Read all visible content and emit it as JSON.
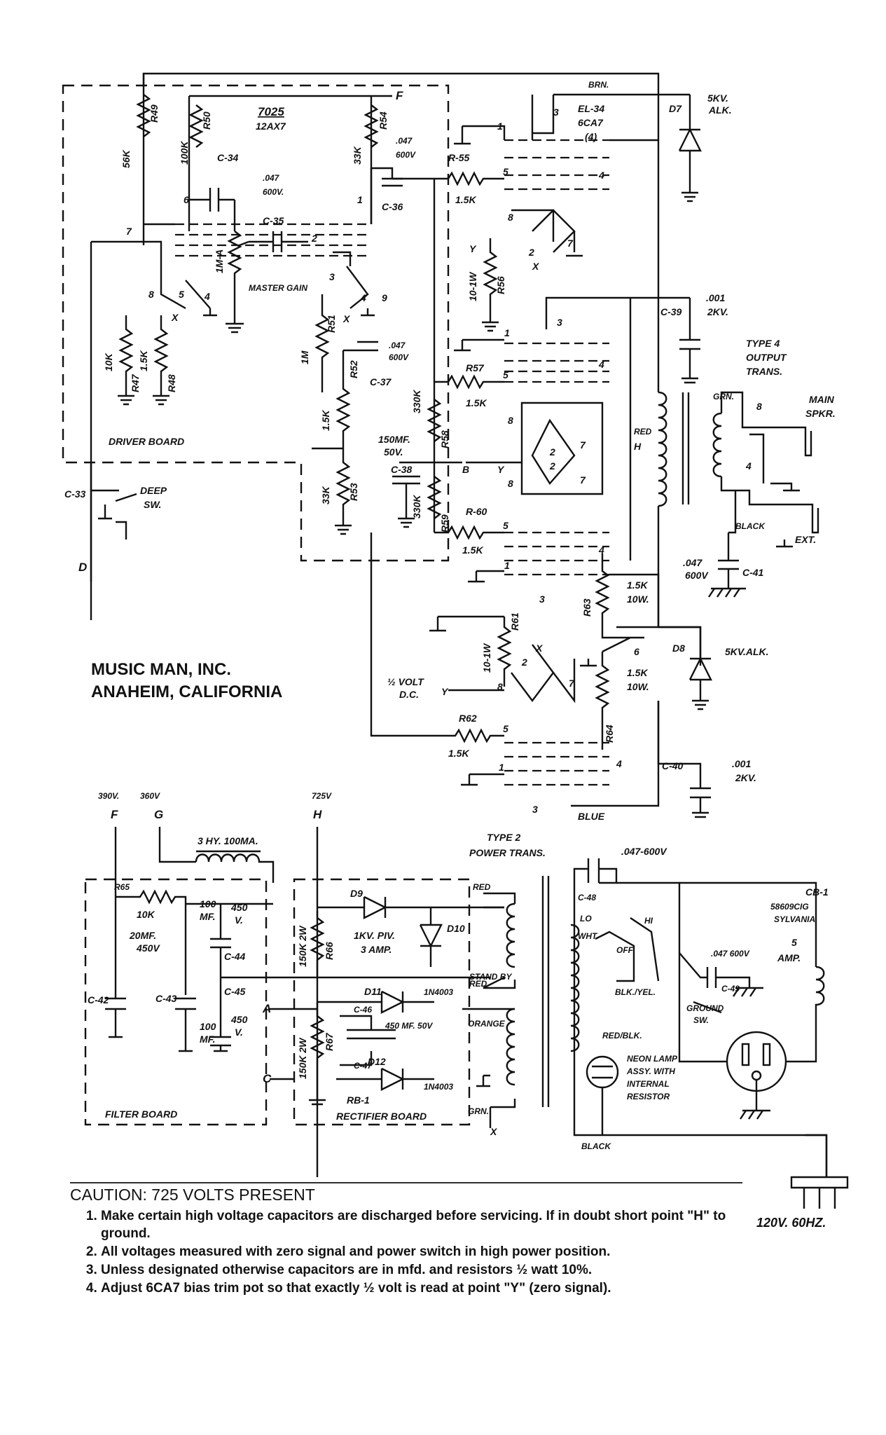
{
  "company": {
    "line1": "MUSIC MAN, INC.",
    "line2": "ANAHEIM, CALIFORNIA"
  },
  "caution": {
    "title": "CAUTION: 725 VOLTS PRESENT",
    "notes": [
      "Make certain high voltage capacitors are discharged before servicing. If in doubt short point \"H\" to ground.",
      "All voltages measured with zero signal and power switch in high power position.",
      "Unless designated otherwise capacitors are in mfd. and resistors ½ watt 10%.",
      "Adjust 6CA7 bias trim pot so that exactly ½ volt is read at point \"Y\" (zero signal)."
    ]
  },
  "mains": "120V. 60HZ.",
  "labels": {
    "v7025": "7025",
    "v12ax7": "12AX7",
    "r49": "R49",
    "r49v": "56K",
    "r50": "R50",
    "r50v": "100K",
    "r54": "R54",
    "r54v": "33K",
    "c34": "C-34",
    "c34v": ".047",
    "c34v2": "600V.",
    "c36": "C-36",
    "c36v": ".047",
    "c36v2": "600V",
    "c35": "C-35",
    "master_gain": "MASTER GAIN",
    "pot1m": "1M-A",
    "r55": "R-55",
    "r55v": "1.5K",
    "el34": "EL-34",
    "sixca7": "6CA7",
    "four": "(4)",
    "d7": "D7",
    "d7v": "5KV.",
    "d7v2": "ALK.",
    "brn": "BRN.",
    "r47": "R47",
    "r47v": "10K",
    "r48": "R48",
    "r48v": "1.5K",
    "r51": "R51",
    "r51v": "1M",
    "r52": "R52",
    "r52v": "1.5K",
    "r53": "R53",
    "r53v": "33K",
    "c37": "C-37",
    "c37v": ".047",
    "c37v2": "600V",
    "r56": "R56",
    "r56v": "10-1W",
    "r57": "R57",
    "r57v": "1.5K",
    "c39": "C-39",
    "c39v": ".001",
    "c39v2": "2KV.",
    "out_trans": "TYPE 4",
    "out_trans2": "OUTPUT",
    "out_trans3": "TRANS.",
    "main_spkr": "MAIN",
    "main_spkr2": "SPKR.",
    "ext": "EXT.",
    "c38": "C-38",
    "c38v": "150MF.",
    "c38v2": "50V.",
    "r58": "R58",
    "r58v": "330K",
    "r59": "R59",
    "r59v": "330K",
    "r60": "R-60",
    "r60v": "1.5K",
    "driver_board": "DRIVER BOARD",
    "c33": "C-33",
    "deep": "DEEP",
    "deep2": "SW.",
    "red": "RED",
    "blk": "BLACK",
    "c41": "C-41",
    "c41v": ".047",
    "c41v2": "600V",
    "r63": "R63",
    "r63v": "1.5K",
    "r63v2": "10W.",
    "r61": "R61",
    "r61v": "10-1W",
    "half_volt": "½ VOLT",
    "dc": "D.C.",
    "d8": "D8",
    "d8v": "5KV.ALK.",
    "r64": "R64",
    "r64v": "1.5K",
    "r64v2": "10W.",
    "r62": "R62",
    "r62v": "1.5K",
    "c40": "C-40",
    "c40v": ".001",
    "c40v2": "2KV.",
    "blue": "BLUE",
    "v390": "390V.",
    "v360": "360V",
    "v725": "725V",
    "choke": "3 HY. 100MA.",
    "pwr_trans": "TYPE 2",
    "pwr_trans2": "POWER TRANS.",
    "c48v": ".047-600V",
    "c48": "C-48",
    "lo": "LO",
    "hi": "HI",
    "off": "OFF",
    "wht": "WHT.",
    "cb1": "CB-1",
    "cb1v": "58609CIG",
    "cb1v2": "SYLVANIA",
    "cb1v3": "5",
    "cb1v4": "AMP.",
    "c49": "C-49",
    "c49v": ".047 600V",
    "ground_sw": "GROUND",
    "ground_sw2": "SW.",
    "blkyel": "BLK./YEL.",
    "redblk": "RED/BLK.",
    "neon": "NEON LAMP",
    "neon2": "ASSY. WITH",
    "neon3": "INTERNAL",
    "neon4": "RESISTOR",
    "black2": "BLACK",
    "r65": "R65",
    "r65v": "10K",
    "c42": "C-42",
    "c42v": "20MF.",
    "c42v2": "450V",
    "c43": "C-43",
    "c44": "C-44",
    "c44v": "100",
    "c44v2": "MF.",
    "c44v3": "450",
    "c44v4": "V.",
    "c45": "C-45",
    "c45v": "100",
    "c45v2": "MF.",
    "c45v3": "450",
    "c45v4": "V.",
    "filter_board": "FILTER BOARD",
    "d9": "D9",
    "d10": "D10",
    "d9v": "1KV. PIV.",
    "d9v2": "3 AMP.",
    "r66": "R66",
    "r66v": "150K 2W",
    "r67": "R67",
    "r67v": "150K 2W",
    "d11": "D11",
    "d12": "D12",
    "in4003": "1N4003",
    "in4003b": "1N4003",
    "c46": "C-46",
    "c47": "C-47",
    "c46v": "450 MF. 50V",
    "rb1": "RB-1",
    "rect_board": "RECTIFIER BOARD",
    "standby": "STAND BY",
    "orange": "ORANGE",
    "grn": "GRN.",
    "nodeF": "F",
    "nodeG": "G",
    "nodeH": "H",
    "nodeA": "A",
    "nodeC": "C",
    "nodeD": "D",
    "nodeB": "B",
    "nodeX": "X",
    "nodeY": "Y",
    "p1": "1",
    "p2": "2",
    "p3": "3",
    "p4": "4",
    "p5": "5",
    "p6": "6",
    "p7": "7",
    "p8": "8",
    "p9": "9"
  }
}
